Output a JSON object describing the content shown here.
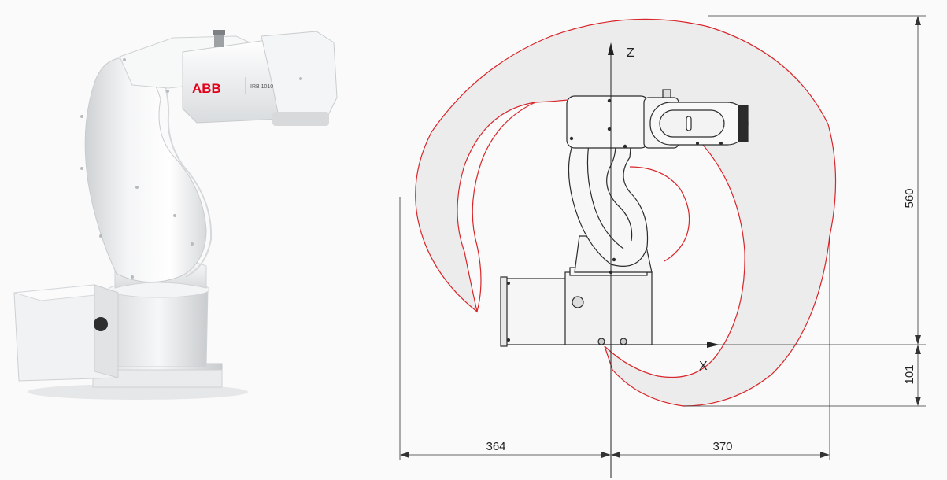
{
  "product": {
    "brand_logo": "ABB",
    "model_label": "IRB 1010"
  },
  "diagram": {
    "axis_labels": {
      "z": "Z",
      "x": "X"
    },
    "dimensions": {
      "height_above_base": "560",
      "depth_below_base": "101",
      "reach_rear": "364",
      "reach_front": "370"
    },
    "colors": {
      "background": "#fafafa",
      "envelope_fill": "#ececec",
      "envelope_outline": "#d8262a",
      "line_drawing": "#2b2b2b",
      "dimension_lines": "#333333",
      "brand_red": "#e2001a"
    }
  }
}
